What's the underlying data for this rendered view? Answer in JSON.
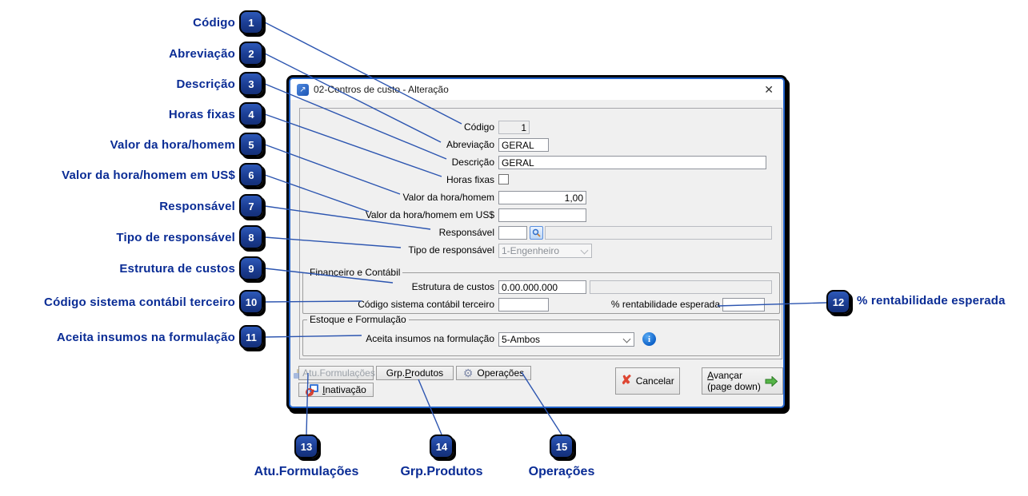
{
  "window": {
    "title": "02-Centros de custo - Alteração",
    "close_glyph": "✕",
    "app_icon_glyph": "↗"
  },
  "form": {
    "codigo": {
      "label": "Código",
      "value": "1"
    },
    "abreviacao": {
      "label": "Abreviação",
      "value": "GERAL"
    },
    "descricao": {
      "label": "Descrição",
      "value": "GERAL"
    },
    "horas_fixas": {
      "label": "Horas fixas",
      "checked": false
    },
    "valor_hora": {
      "label": "Valor da hora/homem",
      "value": "1,00"
    },
    "valor_hora_usd": {
      "label": "Valor da hora/homem em US$",
      "value": ""
    },
    "responsavel": {
      "label": "Responsável",
      "code": "",
      "name": "",
      "search_icon": "magnifier"
    },
    "tipo_responsavel": {
      "label": "Tipo de responsável",
      "value": "1-Engenheiro"
    },
    "grupo_financeiro": {
      "legend": "Financeiro e Contábil"
    },
    "estrutura_custos": {
      "label": "Estrutura de custos",
      "value": "0.00.000.000",
      "descricao": ""
    },
    "codigo_sistema": {
      "label": "Código sistema contábil terceiro",
      "value": ""
    },
    "rentabilidade": {
      "label": "% rentabilidade esperada",
      "value": ""
    },
    "grupo_estoque": {
      "legend": "Estoque e Formulação"
    },
    "aceita_insumos": {
      "label": "Aceita insumos na formulação",
      "value": "5-Ambos",
      "info_icon": "info"
    }
  },
  "buttons": {
    "atu_formulacoes": {
      "label": "Atu.Formulações",
      "enabled": false
    },
    "grp_produtos": {
      "pre": "Grp.",
      "key": "P",
      "post": "rodutos"
    },
    "operacoes": {
      "label": "Operações",
      "icon": "gear"
    },
    "inativacao": {
      "key": "I",
      "post": "nativação",
      "icon": "no-entry"
    },
    "cancelar": {
      "label": "Cancelar",
      "icon": "red-x"
    },
    "avancar": {
      "key": "A",
      "post": "vançar",
      "line2": "(page down)",
      "icon": "green-arrow"
    }
  },
  "callouts": {
    "items": [
      {
        "num": "1",
        "label": "Código"
      },
      {
        "num": "2",
        "label": "Abreviação"
      },
      {
        "num": "3",
        "label": "Descrição"
      },
      {
        "num": "4",
        "label": "Horas fixas"
      },
      {
        "num": "5",
        "label": "Valor da hora/homem"
      },
      {
        "num": "6",
        "label": "Valor da hora/homem em US$"
      },
      {
        "num": "7",
        "label": "Responsável"
      },
      {
        "num": "8",
        "label": "Tipo de responsável"
      },
      {
        "num": "9",
        "label": "Estrutura de custos"
      },
      {
        "num": "10",
        "label": "Código sistema contábil terceiro"
      },
      {
        "num": "11",
        "label": "Aceita insumos na formulação"
      },
      {
        "num": "12",
        "label": "% rentabilidade esperada"
      },
      {
        "num": "13",
        "label": "Atu.Formulações"
      },
      {
        "num": "14",
        "label": "Grp.Produtos"
      },
      {
        "num": "15",
        "label": "Operações"
      }
    ]
  }
}
